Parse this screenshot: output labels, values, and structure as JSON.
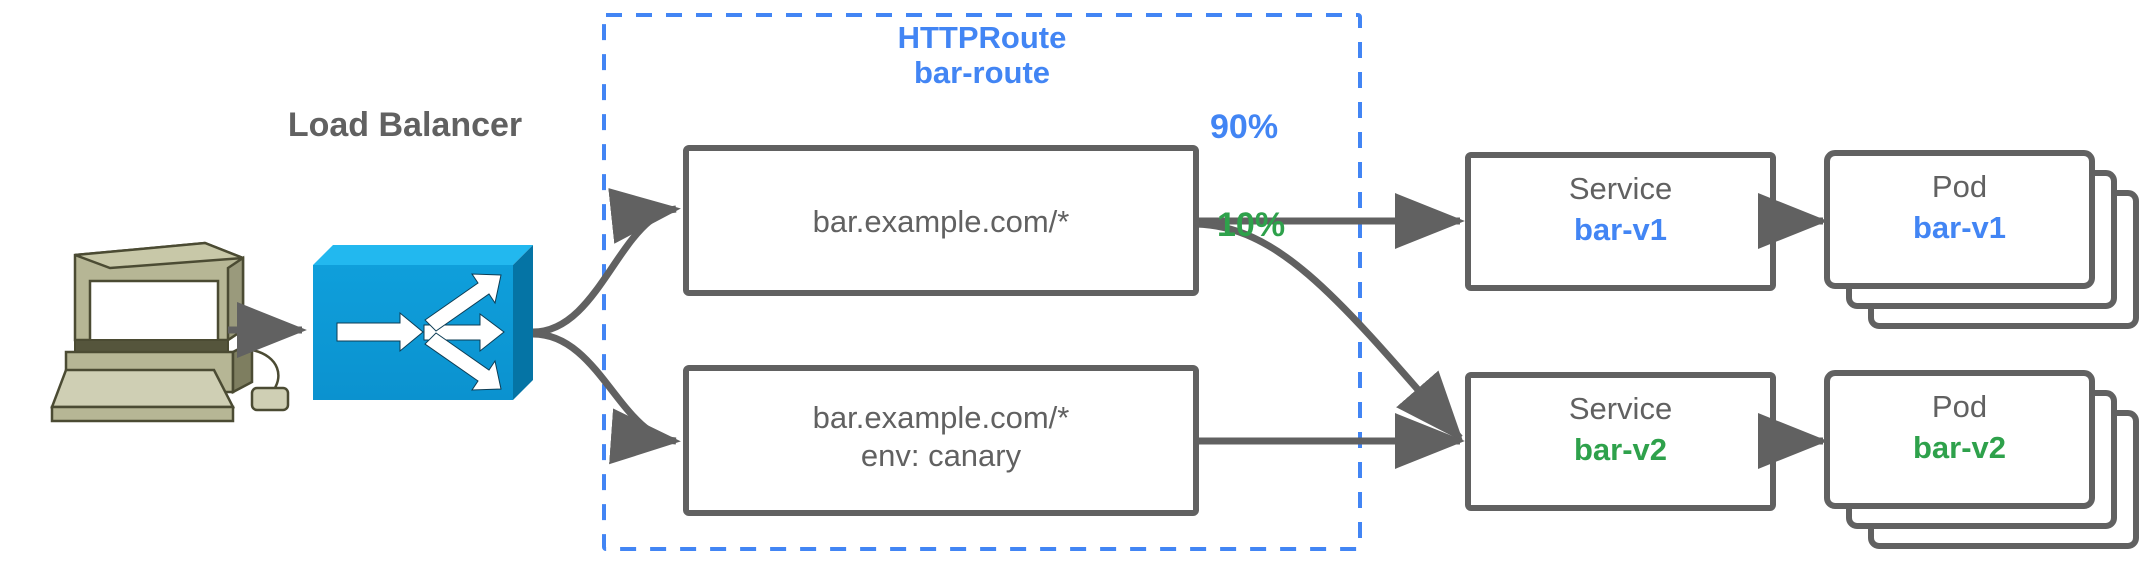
{
  "diagram": {
    "title_group": {
      "kind_label": "HTTPRoute",
      "name_label": "bar-route"
    },
    "client": {
      "icon": "workstation-icon",
      "body_color": "#b3b392",
      "screen_color": "#ffffff"
    },
    "load_balancer": {
      "label": "Load Balancer",
      "icon": "load-balancer-switch-icon",
      "color": "#0c9ad8"
    },
    "rules": [
      {
        "id": "rule-primary",
        "lines": [
          "bar.example.com/*"
        ]
      },
      {
        "id": "rule-canary",
        "lines": [
          "bar.example.com/*",
          "env: canary"
        ]
      }
    ],
    "weights": [
      {
        "label": "90%",
        "color": "#4285f4",
        "target": "bar-v1"
      },
      {
        "label": "10%",
        "color": "#2ea14b",
        "target": "bar-v2"
      }
    ],
    "services": [
      {
        "kind": "Service",
        "name": "bar-v1",
        "color": "#4285f4"
      },
      {
        "kind": "Service",
        "name": "bar-v2",
        "color": "#2ea14b"
      }
    ],
    "pods": [
      {
        "kind": "Pod",
        "name": "bar-v1",
        "color": "#4285f4",
        "stack_count": 3
      },
      {
        "kind": "Pod",
        "name": "bar-v2",
        "color": "#2ea14b",
        "stack_count": 3
      }
    ],
    "colors": {
      "stroke_gray": "#616161",
      "accent_blue": "#4285f4",
      "accent_green": "#2ea14b",
      "dashed_border": "#4285f4",
      "background": "#ffffff"
    }
  }
}
